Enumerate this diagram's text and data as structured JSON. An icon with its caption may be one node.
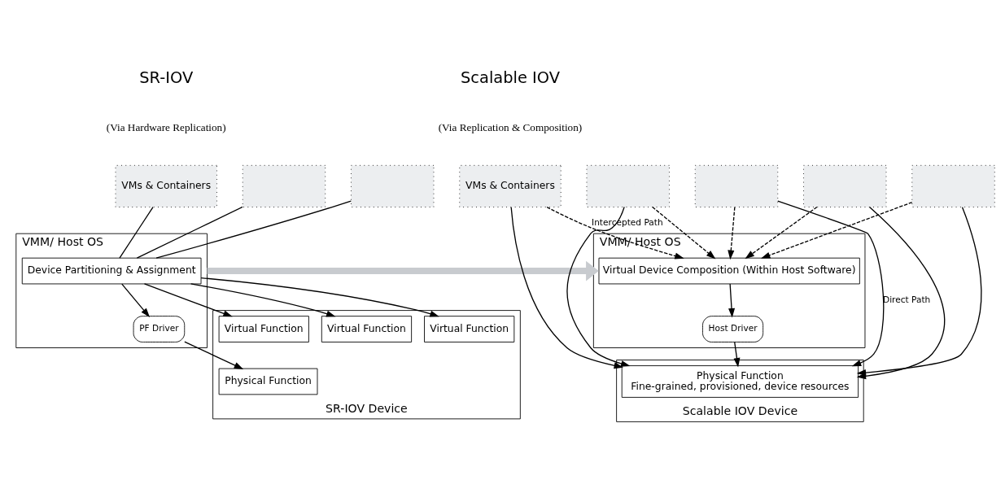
{
  "diagram": {
    "nodes": [
      {
        "text": [
          "VMs & Containers"
        ]
      },
      {
        "text": [],
        "shape": "box"
      },
      {
        "text": [],
        "shape": "box"
      },
      {
        "text": [
          "VMM/ Host OS"
        ]
      },
      {
        "text": [
          "Device Partitioning & Assignment"
        ],
        "in": 3
      },
      {
        "text": [
          "PF Driver"
        ],
        "in": 3
      },
      {
        "text": [
          "SR-IOV Device"
        ]
      },
      {
        "text": [
          "Physical Function"
        ],
        "in": 6
      },
      {
        "text": [
          "Virtual Function"
        ],
        "in": 6
      },
      {
        "text": [
          "Virtual Function"
        ],
        "in": 6
      },
      {
        "text": [
          "Virtual Function"
        ],
        "in": 6
      },
      {
        "text": [
          "VMs & Containers"
        ]
      },
      {
        "text": [],
        "shape": "box"
      },
      {
        "text": [],
        "shape": "box"
      },
      {
        "text": [],
        "shape": "box"
      },
      {
        "text": [],
        "shape": "box"
      },
      {
        "text": [
          "VMM/ Host OS"
        ]
      },
      {
        "text": [
          "Virtual Device Composition (Within Host Software)"
        ],
        "in": 16
      },
      {
        "text": [
          "Host Driver"
        ],
        "in": 16
      },
      {
        "text": [
          "Scalable IOV Device"
        ]
      },
      {
        "text": [
          "Physical Function",
          "Fine-grained, provisioned, device resources"
        ],
        "in": 19
      }
    ],
    "edges": [
      {
        "from": 0,
        "to": 4,
        "arrow": "none"
      },
      {
        "from": 1,
        "to": 4,
        "arrow": "none"
      },
      {
        "from": 2,
        "to": 4,
        "arrow": "none"
      },
      {
        "from": 4,
        "to": 5,
        "arrow": "to"
      },
      {
        "from": 5,
        "to": 7,
        "arrow": "to"
      },
      {
        "from": 4,
        "to": 8,
        "arrow": "to"
      },
      {
        "from": 4,
        "to": 9,
        "arrow": "to"
      },
      {
        "from": 4,
        "to": 10,
        "arrow": "to"
      },
      {
        "from": 3,
        "to": 16,
        "arrow": "to",
        "style": "thick",
        "color": "#c8cbcf"
      },
      {
        "from": 11,
        "to": 17,
        "arrow": "to",
        "style": "dashed",
        "label": "Intercepted Path"
      },
      {
        "from": 12,
        "to": 17,
        "arrow": "to",
        "style": "dashed"
      },
      {
        "from": 13,
        "to": 17,
        "arrow": "to",
        "style": "dashed"
      },
      {
        "from": 14,
        "to": 17,
        "arrow": "to",
        "style": "dashed"
      },
      {
        "from": 15,
        "to": 17,
        "arrow": "to",
        "style": "dashed"
      },
      {
        "from": 17,
        "to": 18,
        "arrow": "to"
      },
      {
        "from": 18,
        "to": 20,
        "arrow": "to"
      },
      {
        "from": 11,
        "to": 20,
        "arrow": "to"
      },
      {
        "from": 12,
        "to": 20,
        "arrow": "to"
      },
      {
        "from": 13,
        "to": 20,
        "arrow": "to",
        "label": "Direct Path"
      },
      {
        "from": 14,
        "to": 20,
        "arrow": "to"
      },
      {
        "from": 15,
        "to": 20,
        "arrow": "to"
      }
    ],
    "labels": [
      "SR-IOV",
      "(Via Hardware Replication)",
      "Scalable IOV",
      "(Via Replication & Composition)"
    ]
  }
}
